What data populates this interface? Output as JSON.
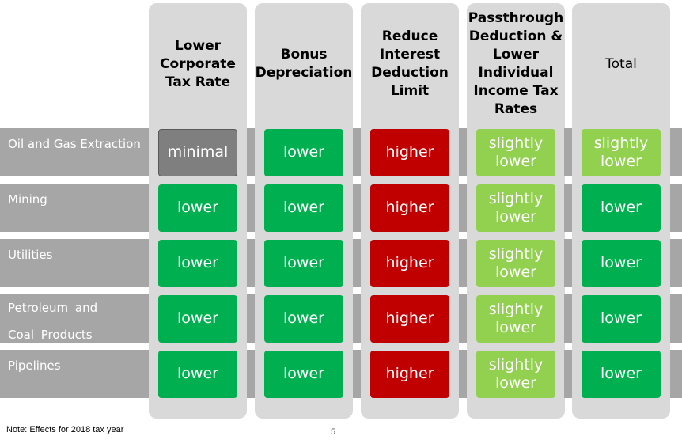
{
  "colors": {
    "lower": "#00b050",
    "slightly_lower": "#92d050",
    "higher": "#c00000",
    "minimal": "#7f7f7f",
    "row_band": "#a6a6a6",
    "column_band": "#d9d9d9"
  },
  "columns": [
    {
      "label": "Lower Corporate Tax Rate"
    },
    {
      "label": "Bonus Depreciation"
    },
    {
      "label": "Reduce Interest Deduction Limit"
    },
    {
      "label": "Passthrough Deduction & Lower Individual Income Tax Rates"
    },
    {
      "label": "Total"
    }
  ],
  "rows": [
    {
      "label": "Oil and Gas Extraction",
      "cells": [
        {
          "text": "minimal",
          "effect": "minimal"
        },
        {
          "text": "lower",
          "effect": "lower"
        },
        {
          "text": "higher",
          "effect": "higher"
        },
        {
          "text": "slightly lower",
          "effect": "slightly_lower"
        },
        {
          "text": "slightly lower",
          "effect": "slightly_lower"
        }
      ]
    },
    {
      "label": "Mining",
      "cells": [
        {
          "text": "lower",
          "effect": "lower"
        },
        {
          "text": "lower",
          "effect": "lower"
        },
        {
          "text": "higher",
          "effect": "higher"
        },
        {
          "text": "slightly lower",
          "effect": "slightly_lower"
        },
        {
          "text": "lower",
          "effect": "lower"
        }
      ]
    },
    {
      "label": "Utilities",
      "cells": [
        {
          "text": "lower",
          "effect": "lower"
        },
        {
          "text": "lower",
          "effect": "lower"
        },
        {
          "text": "higher",
          "effect": "higher"
        },
        {
          "text": "slightly lower",
          "effect": "slightly_lower"
        },
        {
          "text": "lower",
          "effect": "lower"
        }
      ]
    },
    {
      "label": "Petroleum and Coal Products",
      "cells": [
        {
          "text": "lower",
          "effect": "lower"
        },
        {
          "text": "lower",
          "effect": "lower"
        },
        {
          "text": "higher",
          "effect": "higher"
        },
        {
          "text": "slightly lower",
          "effect": "slightly_lower"
        },
        {
          "text": "lower",
          "effect": "lower"
        }
      ]
    },
    {
      "label": "Pipelines",
      "cells": [
        {
          "text": "lower",
          "effect": "lower"
        },
        {
          "text": "lower",
          "effect": "lower"
        },
        {
          "text": "higher",
          "effect": "higher"
        },
        {
          "text": "slightly lower",
          "effect": "slightly_lower"
        },
        {
          "text": "lower",
          "effect": "lower"
        }
      ]
    }
  ],
  "footer": {
    "note": "Note: Effects for 2018 tax year",
    "page_number": "5"
  }
}
